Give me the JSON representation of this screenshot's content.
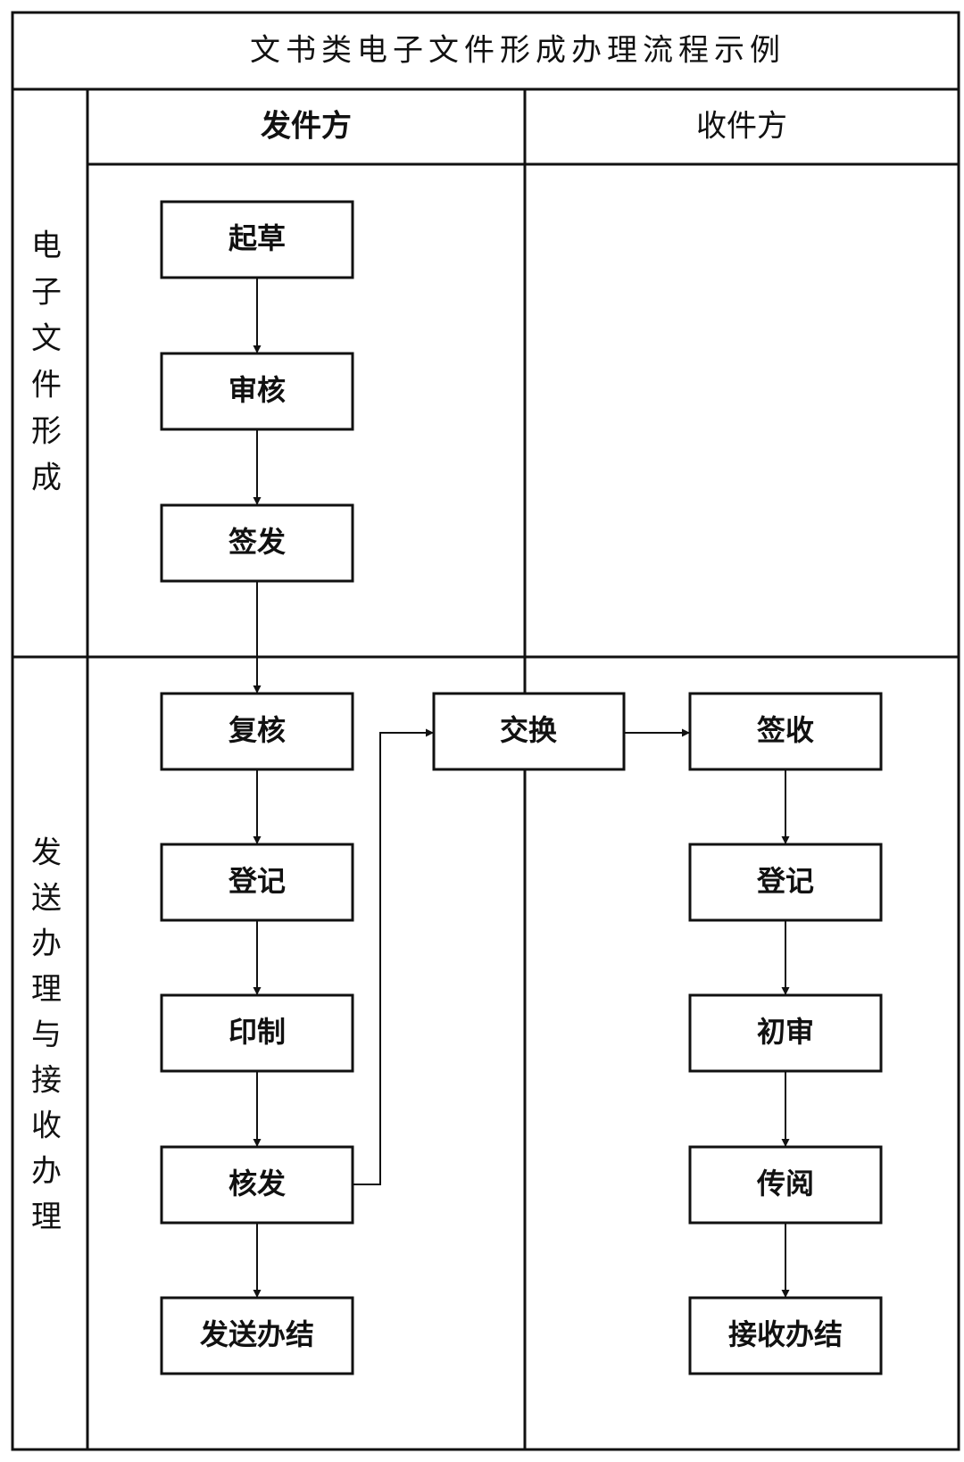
{
  "title": "文书类电子文件形成办理流程示例",
  "columns": {
    "sender": "发件方",
    "receiver": "收件方"
  },
  "rows": {
    "formation": "电子文件形成",
    "handling": "发送办理与接收办理"
  },
  "nodes": {
    "draft": "起草",
    "review": "审核",
    "sign_issue": "签发",
    "recheck": "复核",
    "register_send": "登记",
    "print": "印制",
    "verify_issue": "核发",
    "send_done": "发送办结",
    "exchange": "交换",
    "sign_receive": "签收",
    "register_recv": "登记",
    "initial_review": "初审",
    "circulate": "传阅",
    "receive_done": "接收办结"
  }
}
